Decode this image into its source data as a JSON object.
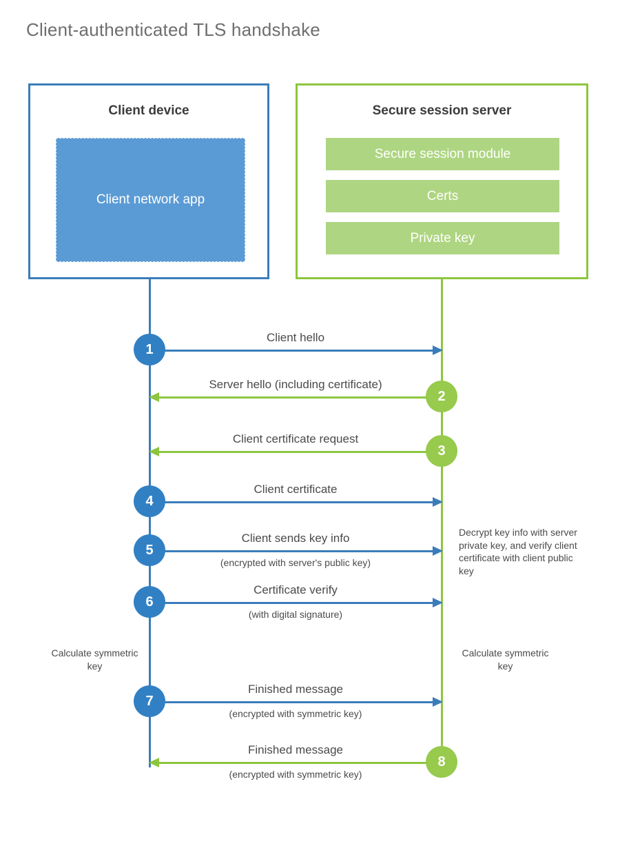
{
  "diagram": {
    "title": "Client-authenticated TLS handshake",
    "colors": {
      "client_blue": "#3a7cba",
      "client_app_fill": "#5b9bd5",
      "server_green": "#8cc63e",
      "server_bar_fill": "#aed581",
      "badge_blue": "#3180c4",
      "badge_green": "#97ca4d",
      "text_gray": "#4a4a4a",
      "title_gray": "#6e6e6e"
    }
  },
  "client": {
    "title": "Client device",
    "app_label": "Client network app"
  },
  "server": {
    "title": "Secure session server",
    "bars": [
      {
        "label": "Secure session module"
      },
      {
        "label": "Certs"
      },
      {
        "label": "Private key"
      }
    ]
  },
  "messages": [
    {
      "number": "1",
      "label": "Client hello",
      "sublabel": "",
      "direction": "client-to-server"
    },
    {
      "number": "2",
      "label": "Server hello (including certificate)",
      "sublabel": "",
      "direction": "server-to-client"
    },
    {
      "number": "3",
      "label": "Client certificate request",
      "sublabel": "",
      "direction": "server-to-client"
    },
    {
      "number": "4",
      "label": "Client certificate",
      "sublabel": "",
      "direction": "client-to-server"
    },
    {
      "number": "5",
      "label": "Client sends key info",
      "sublabel": "(encrypted with server's public key)",
      "direction": "client-to-server"
    },
    {
      "number": "6",
      "label": "Certificate verify",
      "sublabel": "(with digital signature)",
      "direction": "client-to-server"
    },
    {
      "number": "7",
      "label": "Finished message",
      "sublabel": "(encrypted with symmetric key)",
      "direction": "client-to-server"
    },
    {
      "number": "8",
      "label": "Finished message",
      "sublabel": "(encrypted with symmetric key)",
      "direction": "server-to-client"
    }
  ],
  "annotations": {
    "server_decrypt": "Decrypt key info with server private key, and verify client certificate with client public key",
    "client_calculate": "Calculate symmetric key",
    "server_calculate": "Calculate symmetric key"
  }
}
